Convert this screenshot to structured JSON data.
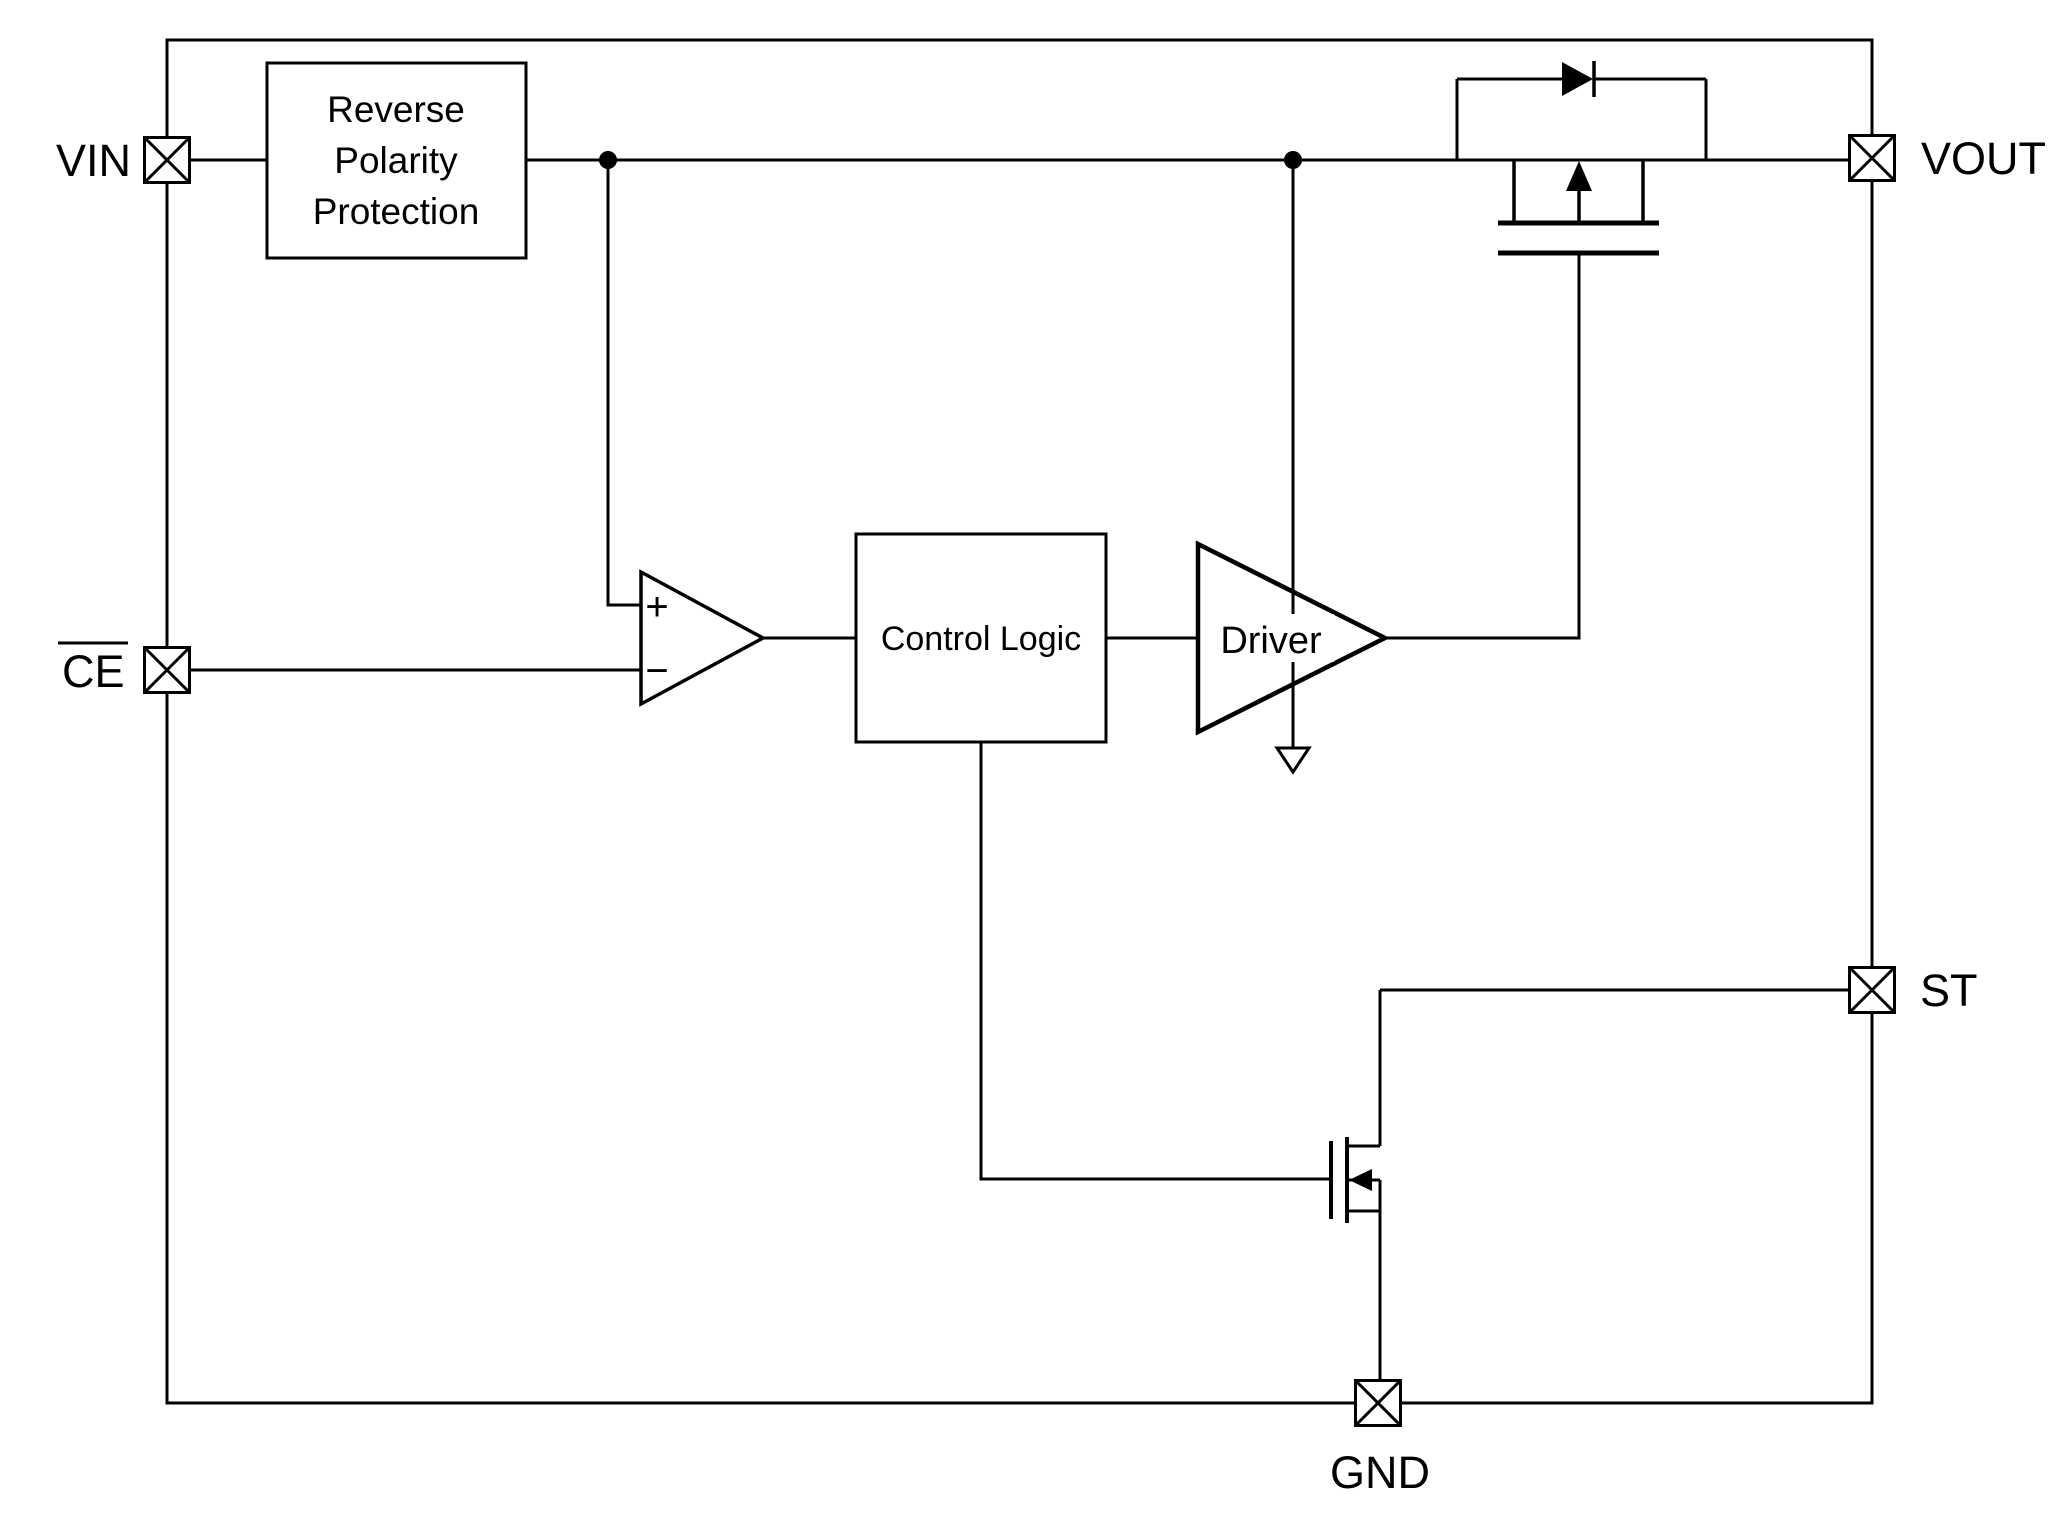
{
  "colors": {
    "background": "#ffffff",
    "line": "#000000"
  },
  "pins": {
    "vin": {
      "label": "VIN"
    },
    "ce": {
      "label": "CE",
      "overline": true
    },
    "vout": {
      "label": "VOUT"
    },
    "st": {
      "label": "ST"
    },
    "gnd": {
      "label": "GND"
    }
  },
  "blocks": {
    "reverse_polarity_protection": {
      "lines": [
        "Reverse",
        "Polarity",
        "Protection"
      ]
    },
    "control_logic": {
      "label": "Control Logic"
    },
    "driver": {
      "label": "Driver"
    }
  },
  "comparator": {
    "plus_label": "+",
    "minus_label": "−"
  }
}
